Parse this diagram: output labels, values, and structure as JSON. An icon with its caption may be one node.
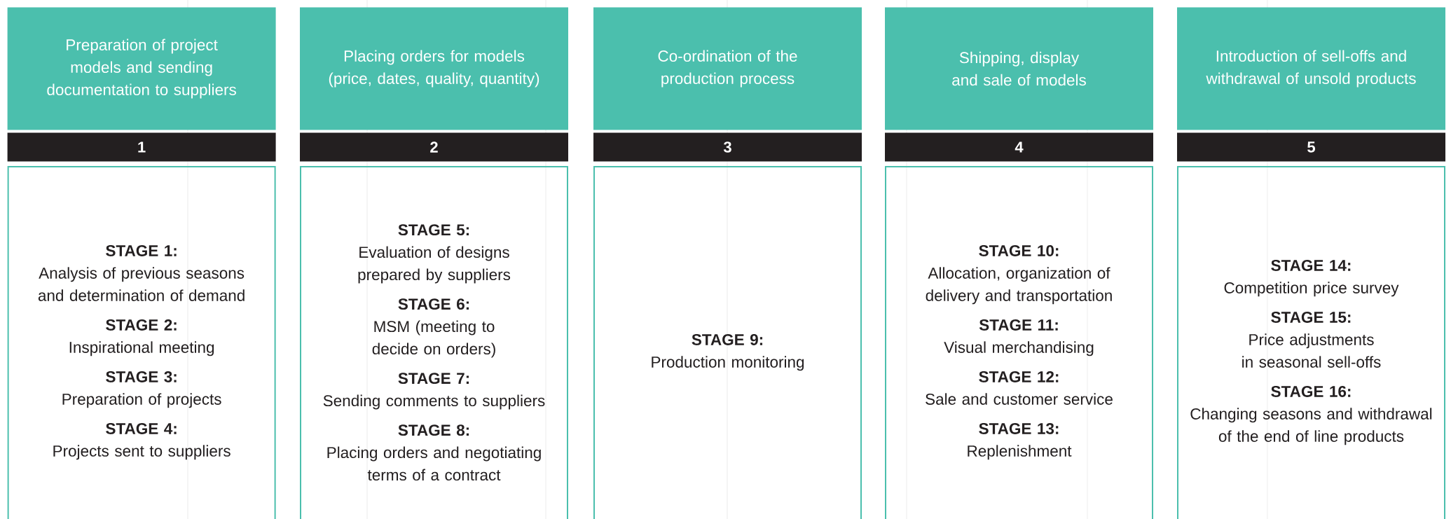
{
  "diagram": {
    "nodes": [
      {
        "text": [
          "Preparation of project models and sending documentation to suppliers"
        ]
      },
      {
        "text": [
          "1"
        ]
      },
      {
        "text": [
          "STAGE 1:",
          "Analysis of previous seasons and determination of demand",
          "STAGE 2:",
          "Inspirational meeting",
          "STAGE 3:",
          "Preparation of projects",
          "STAGE 4:",
          "Projects sent to suppliers"
        ]
      },
      {
        "text": [
          "Placing orders for models (price, dates, quality, quantity)"
        ]
      },
      {
        "text": [
          "2"
        ]
      },
      {
        "text": [
          "STAGE 5:",
          "Evaluation of designs prepared by suppliers",
          "STAGE 6:",
          "MSM (meeting to decide on orders)",
          "STAGE 7:",
          "Sending comments to suppliers",
          "STAGE 8:",
          "Placing orders and negotiating terms of a contract"
        ]
      },
      {
        "text": [
          "Co-ordination of the production process"
        ]
      },
      {
        "text": [
          "3"
        ]
      },
      {
        "text": [
          "STAGE 9:",
          "Production monitoring"
        ]
      },
      {
        "text": [
          "Shipping, display and sale of models"
        ]
      },
      {
        "text": [
          "4"
        ]
      },
      {
        "text": [
          "STAGE 10:",
          "Allocation, organization of delivery and transportation",
          "STAGE 11:",
          "Visual merchandising",
          "STAGE 12:",
          "Sale and customer service",
          "STAGE 13:",
          "Replenishment"
        ]
      },
      {
        "text": [
          "Introduction of sell-offs and withdrawal of unsold products"
        ]
      },
      {
        "text": [
          "5"
        ]
      },
      {
        "text": [
          "STAGE 14:",
          "Competition price survey",
          "STAGE 15:",
          "Price adjustments in seasonal sell-offs",
          "STAGE 16:",
          "Changing seasons and withdrawal of the end of line products"
        ]
      }
    ]
  }
}
